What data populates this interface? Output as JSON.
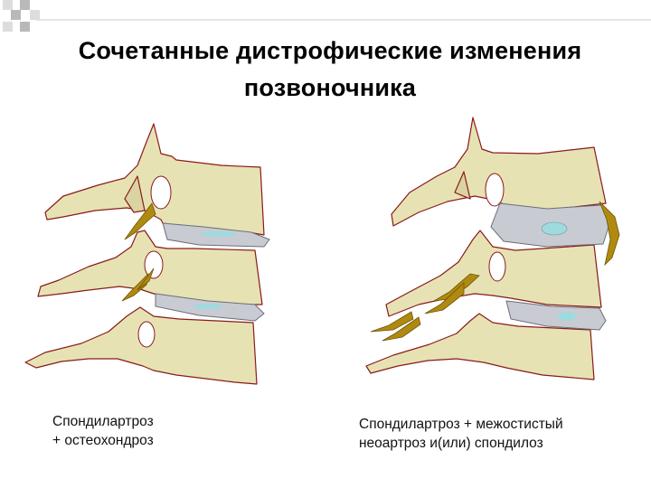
{
  "title": {
    "line1": "Сочетанные дистрофические изменения",
    "line2": "позвоночника"
  },
  "panels": [
    {
      "caption_line1": "Спондилартроз",
      "caption_line2": "+ остеохондроз"
    },
    {
      "caption_line1": "Спондилартроз + межостистый",
      "caption_line2": "неоартроз и(или) спондилоз"
    }
  ],
  "colors": {
    "bone_fill": "#e6e2b4",
    "bone_outline": "#8b1a1a",
    "disc_fill": "#c9cbd3",
    "disc_core": "#9fdade",
    "osteophyte": "#b08a10",
    "deco_square_dark": "#b9b9b9",
    "deco_square_light": "#dddddd",
    "deco_line": "#c8c8c8"
  }
}
